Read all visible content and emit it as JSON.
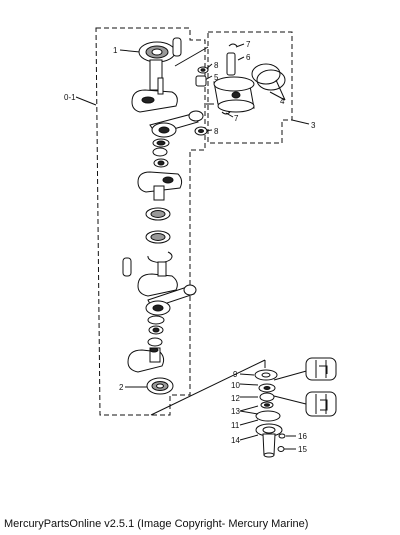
{
  "callouts": {
    "c01": "0-1",
    "c1": "1",
    "c2": "2",
    "c3": "3",
    "c4": "4",
    "c5": "5",
    "c6": "6",
    "c7a": "7",
    "c7b": "7",
    "c8a": "8",
    "c8b": "8",
    "c9": "9",
    "c10": "10",
    "c11": "11",
    "c12": "12",
    "c13": "13",
    "c14": "14",
    "c15": "15",
    "c16": "16"
  },
  "caption": "MercuryPartsOnline v2.5.1 (Image Copyright- Mercury Marine)"
}
